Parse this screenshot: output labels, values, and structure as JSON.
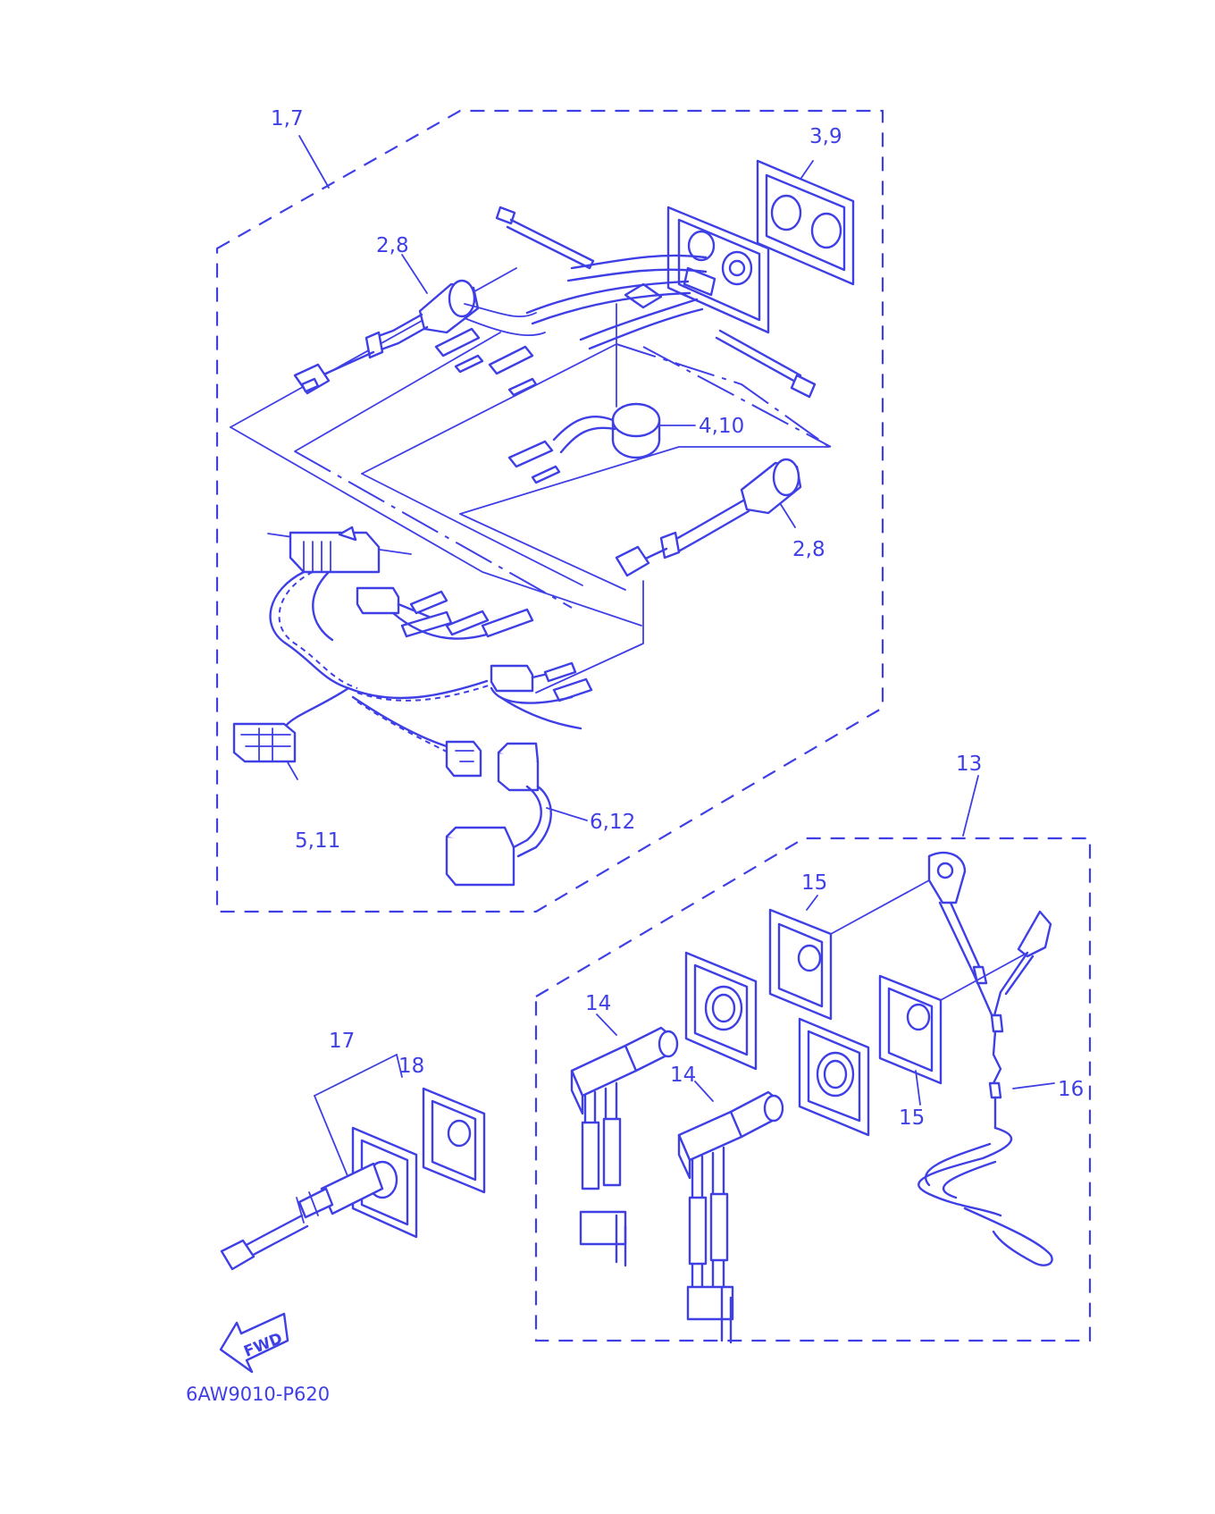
{
  "diagram": {
    "callouts": {
      "c1_7": "1,7",
      "c3_9": "3,9",
      "c2_8_top": "2,8",
      "c4_10": "4,10",
      "c2_8_mid": "2,8",
      "c6_12": "6,12",
      "c5_11": "5,11",
      "c13": "13",
      "c15_top": "15",
      "c14_left": "14",
      "c14_right": "14",
      "c15_bottom": "15",
      "c16": "16",
      "c17": "17",
      "c18": "18"
    },
    "fwd_label": "FWD",
    "drawing_code": "6AW9010-P620",
    "colors": {
      "line": "#3f3fe6",
      "background": "#ffffff"
    }
  }
}
